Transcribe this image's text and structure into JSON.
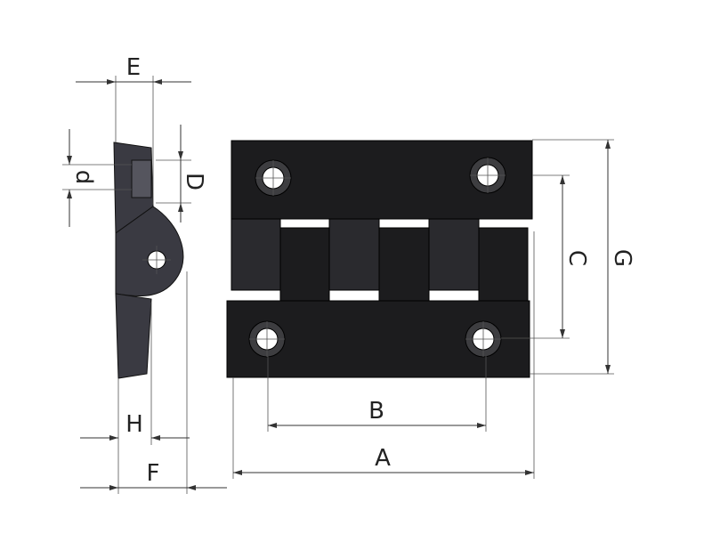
{
  "drawing": {
    "labels": {
      "E": "E",
      "d": "d",
      "D": "D",
      "H": "H",
      "F": "F",
      "B": "B",
      "A": "A",
      "C": "C",
      "G": "G"
    }
  }
}
